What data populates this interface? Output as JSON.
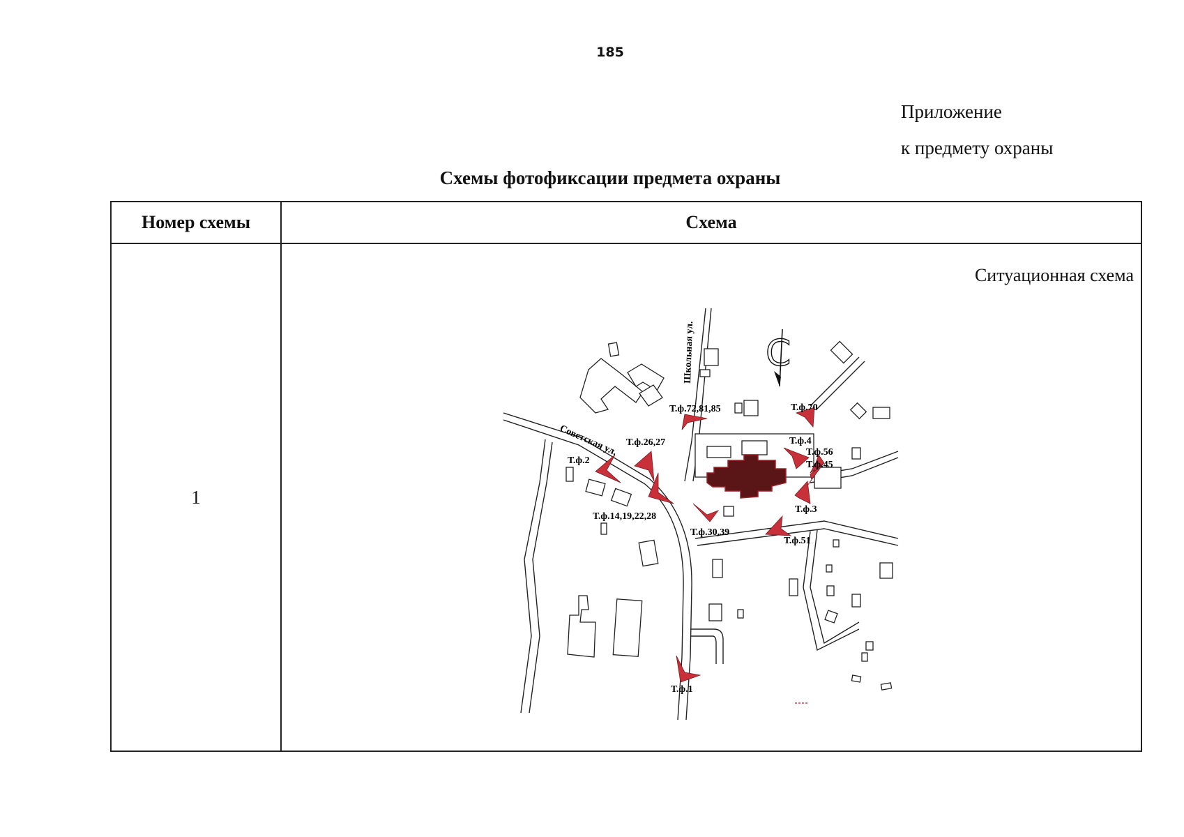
{
  "page_number": "185",
  "appendix": {
    "line1": "Приложение",
    "line2": "к предмету охраны"
  },
  "title": "Схемы фотофиксации предмета охраны",
  "table": {
    "headers": [
      "Номер схемы",
      "Схема"
    ],
    "rows": [
      {
        "number": "1",
        "subtitle": "Ситуационная схема"
      }
    ]
  },
  "map": {
    "north_symbol": "С",
    "streets": [
      "Советская ул.",
      "Школьная ул."
    ],
    "photo_points": [
      "Т.ф.72,81,85",
      "Т.ф.70",
      "Т.ф.26,27",
      "Т.ф.4",
      "Т.ф.56",
      "Т.ф.45",
      "Т.ф.2",
      "Т.ф.14,19,22,28",
      "Т.ф.30,39",
      "Т.ф.3",
      "Т.ф.51",
      "Т.ф.1"
    ],
    "colors": {
      "photo_point": "#c8303a",
      "protected_object": "#5a1616"
    }
  }
}
